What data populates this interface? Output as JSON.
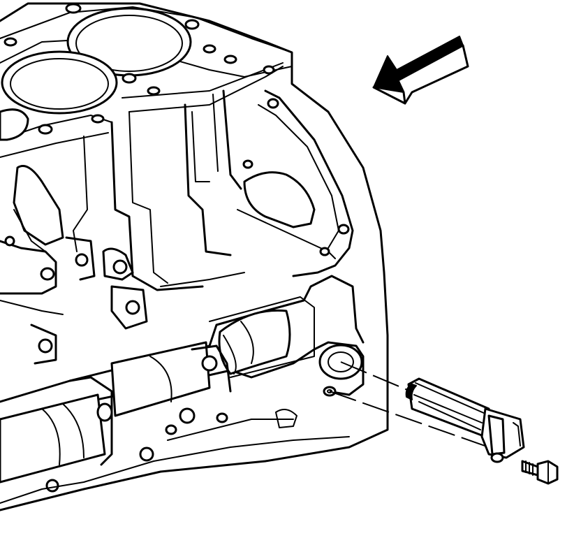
{
  "diagram": {
    "view_arrow_icon": "view-direction-arrow",
    "colors": {
      "ink": "#000000",
      "paper": "#ffffff"
    },
    "components": [
      "engine-block",
      "sensor",
      "bolt"
    ]
  }
}
